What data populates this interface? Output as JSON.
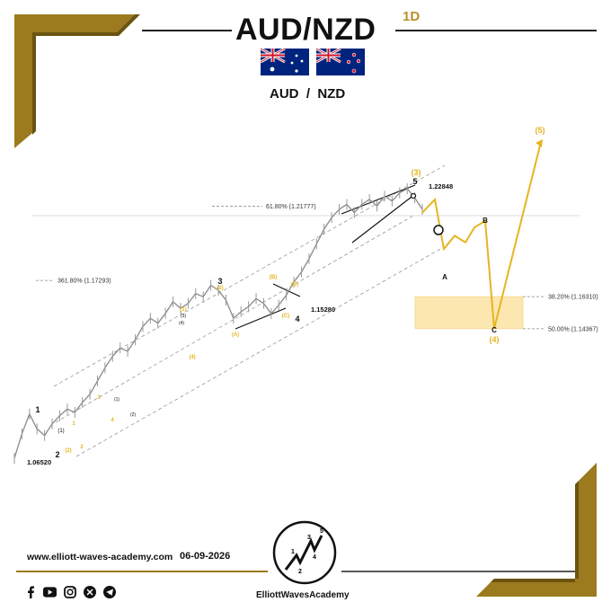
{
  "header": {
    "title": "AUD/NZD",
    "timeframe": "1D",
    "subtitle": "AUD  /  NZD"
  },
  "footer": {
    "website": "www.elliott-waves-academy.com",
    "date": "06-09-2026",
    "brand": "ElliottWavesAcademy",
    "social_icons": [
      "facebook-icon",
      "youtube-icon",
      "instagram-icon",
      "x-icon",
      "telegram-icon"
    ]
  },
  "colors": {
    "gold": "#e5b521",
    "frame_gold": "#9c7a1e",
    "price": "#8a8a8a",
    "zone_fill": "#fde7b0",
    "text": "#111111"
  },
  "chart_data": {
    "type": "line",
    "title": "",
    "xlabel": "",
    "ylabel": "",
    "series": [
      {
        "values": [
          1.0652,
          1.08,
          1.092,
          1.083,
          1.079,
          1.086,
          1.091,
          1.095,
          1.093,
          1.099,
          1.104,
          1.112,
          1.12,
          1.127,
          1.132,
          1.13,
          1.137,
          1.145,
          1.15,
          1.147,
          1.153,
          1.16,
          1.156,
          1.159,
          1.165,
          1.163,
          1.17,
          1.167,
          1.161,
          1.15,
          1.154,
          1.157,
          1.162,
          1.159,
          1.1528,
          1.158,
          1.164,
          1.172,
          1.178,
          1.186,
          1.195,
          1.204,
          1.211,
          1.216,
          1.219,
          1.214,
          1.219,
          1.222,
          1.218,
          1.224,
          1.221,
          1.226,
          1.2285,
          1.223,
          1.216
        ]
      }
    ],
    "forecast_path": [
      1.214,
      1.222,
      1.204,
      1.192,
      1.2,
      1.196,
      1.205,
      1.209,
      1.1437,
      1.25
    ],
    "price_labels": [
      "1.06520",
      "1.15280",
      "1.22848"
    ],
    "fibonacci": [
      {
        "label": "61.80% (1.21777)",
        "value": 1.21777
      },
      {
        "label": "361.80% (1.17293)",
        "value": 1.17293
      },
      {
        "label": "38.20% (1.16310)",
        "value": 1.1631
      },
      {
        "label": "50.00% (1.14367)",
        "value": 1.14367
      }
    ],
    "target_zone": [
      1.14367,
      1.1631
    ],
    "wave_labels": {
      "primary": [
        "1",
        "2",
        "3",
        "4",
        "5"
      ],
      "gold_main": [
        "(3)",
        "(4)",
        "(5)"
      ],
      "forecast": [
        "A",
        "B",
        "C"
      ],
      "sub_yellow": [
        "1",
        "2",
        "3",
        "4",
        "(1)",
        "(2)",
        "(3)",
        "(4)"
      ],
      "sub_black": [
        "(1)",
        "(2)",
        "(3)",
        "(4)",
        "(A)",
        "(B)",
        "(C)",
        "(D)"
      ]
    }
  }
}
